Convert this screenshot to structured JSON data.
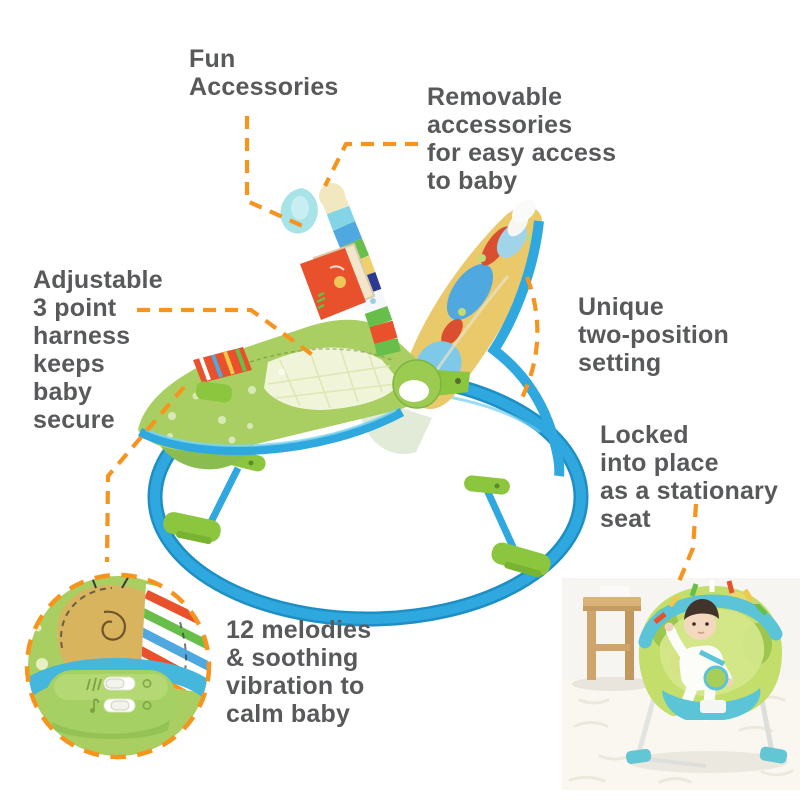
{
  "annotations": {
    "fun_accessories": "Fun\nAccessories",
    "removable_accessories": "Removable\naccessories\nfor easy access\nto baby",
    "adjustable_harness": "Adjustable\n3 point\nharness\nkeeps\nbaby\nsecure",
    "two_position": "Unique\ntwo-position\nsetting",
    "stationary_seat": "Locked\ninto place\nas a stationary\nseat",
    "melodies": "12 melodies\n& soothing\nvibration to\ncalm baby"
  },
  "detail_circle": {
    "icons": {
      "row1": "vibration-icon",
      "row2": "music-note-icon",
      "right": "off-indicator"
    }
  },
  "colors": {
    "accent_orange": "#F7941E",
    "text_gray": "#58595B",
    "frame_blue": "#2FA8DF",
    "frame_blue_dark": "#1E8FC4",
    "seat_green": "#A9CF62",
    "plastic_green": "#8CC63E",
    "back_panel_yellow": "#EAC96B",
    "toybar_red": "#E8512C",
    "toybar_navy": "#2B3990",
    "detail_band_blue": "#45B6DC",
    "control_panel_green": "#A5D063",
    "snail_tan": "#D8B45F",
    "photo_teal": "#5BC4D6",
    "photo_fabric_green": "#C3DE6B"
  }
}
